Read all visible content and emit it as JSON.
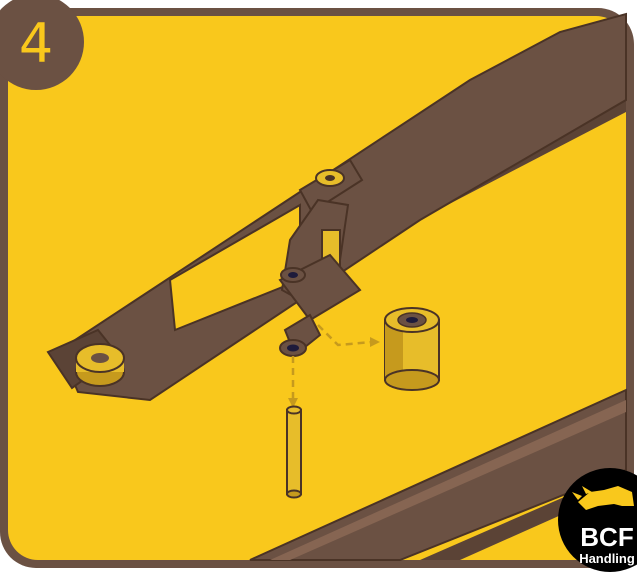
{
  "step": {
    "number": "4"
  },
  "logo": {
    "line1": "BCF",
    "line2": "Handling"
  },
  "colors": {
    "panel": "#f9c81c",
    "frame": "#6b5143",
    "outline": "#4a3326",
    "part_light": "#e7bd2a",
    "part_shadow": "#c69a1d",
    "badge": "#6b5143",
    "logo_bg": "#000000",
    "logo_accent": "#f9c81c"
  },
  "icons": [
    "step-number-badge",
    "fork-arm",
    "swing-link",
    "bushing",
    "pin",
    "load-roller",
    "rhino-logo-icon"
  ]
}
